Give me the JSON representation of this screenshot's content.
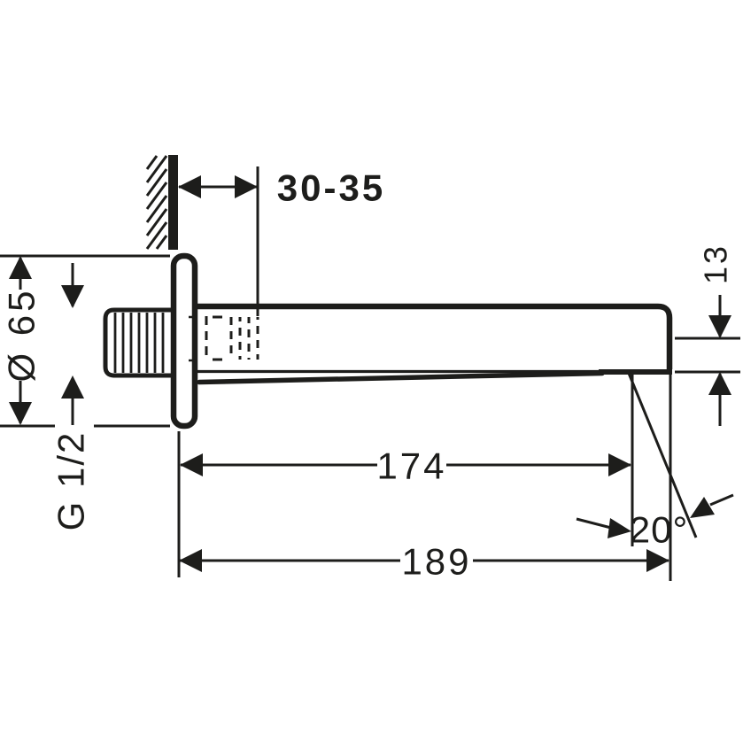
{
  "drawing": {
    "type": "technical-dimension-drawing",
    "subject": "wall-mounted bath spout, side view",
    "colors": {
      "ink": "#1d1d1b",
      "background": "#ffffff"
    },
    "dimensions": {
      "wall_distance": "30-35",
      "flange_diameter": "Ø 65",
      "connection_thread": "G 1/2",
      "spout_length": "174",
      "total_projection": "189",
      "spout_end_height": "13",
      "spout_angle": "20°"
    }
  }
}
